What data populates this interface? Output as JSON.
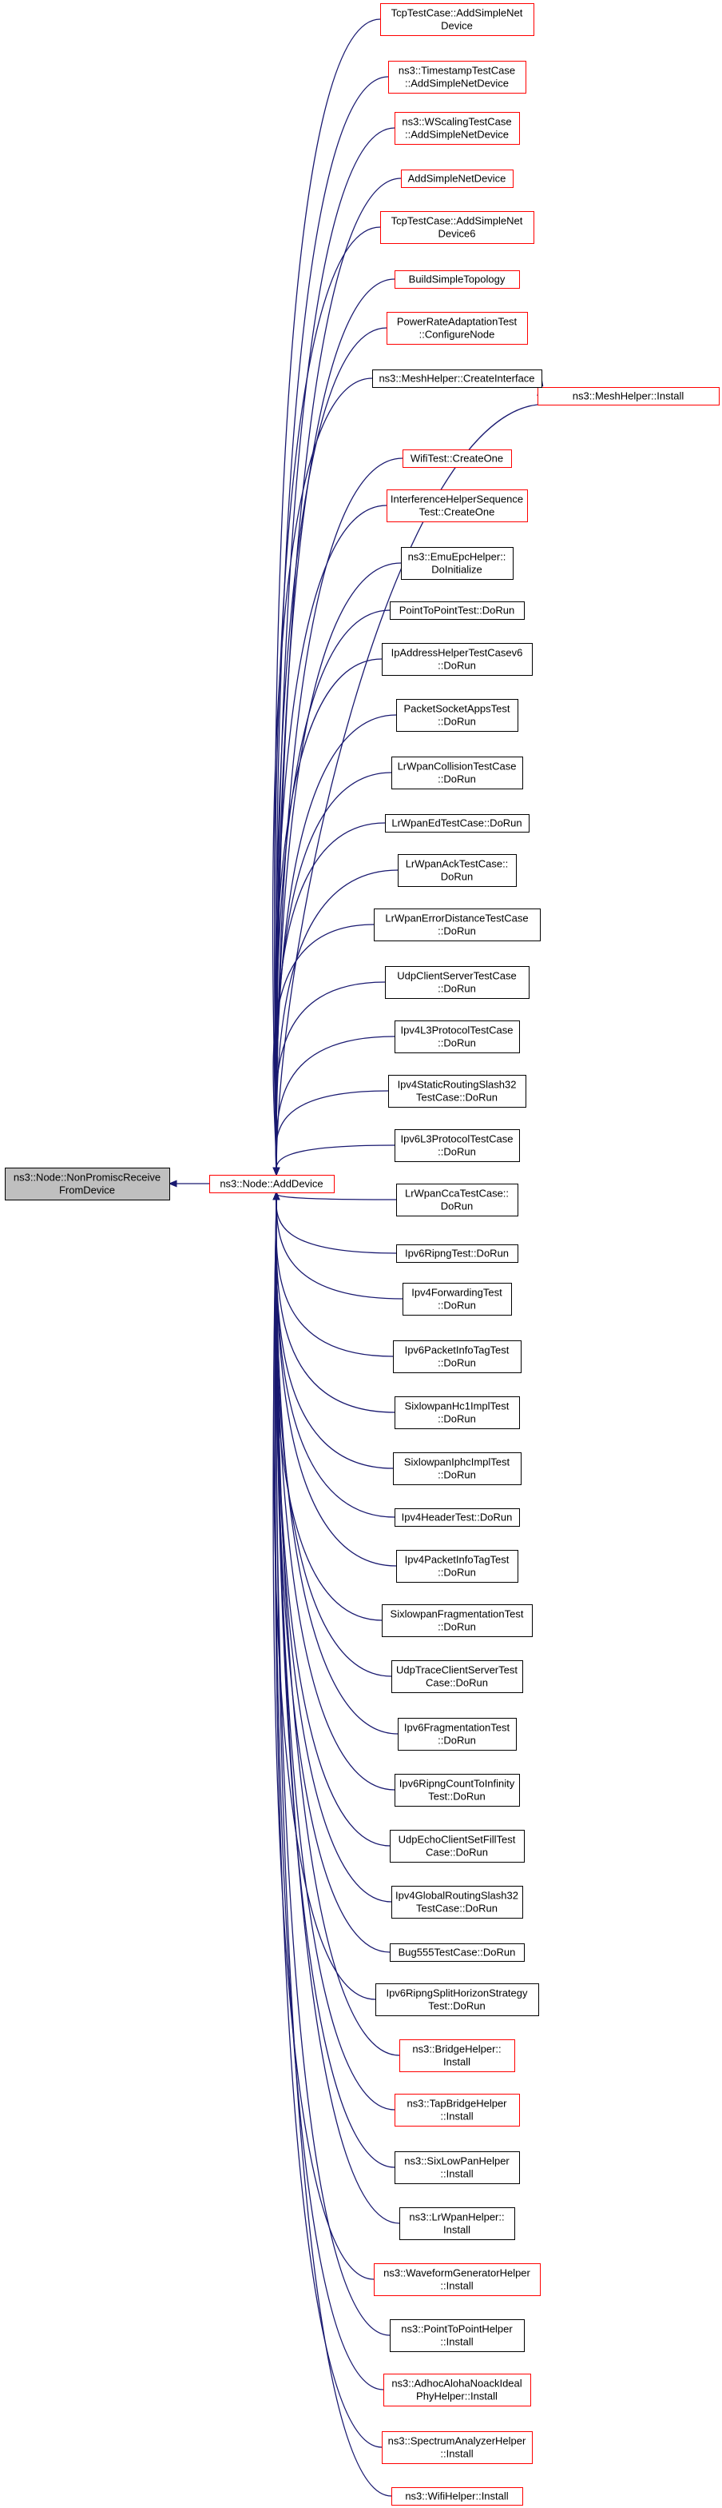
{
  "colors": {
    "edge": "#191970",
    "node_border": "#000000",
    "node_border_red": "#ff0000",
    "node_fill": "#ffffff",
    "focus_fill": "#bfbfbf"
  },
  "graph": {
    "root": {
      "id": "nonpromisc",
      "lines": [
        "ns3::Node::NonPromiscReceive",
        "FromDevice"
      ]
    },
    "mid": {
      "id": "adddevice",
      "lines": [
        "ns3::Node::AddDevice"
      ]
    },
    "meshInstall": {
      "id": "meshinstall",
      "lines": [
        "ns3::MeshHelper::Install"
      ]
    },
    "callers": [
      {
        "id": "c0",
        "lines": [
          "TcpTestCase::AddSimpleNet",
          "Device"
        ],
        "red": true
      },
      {
        "id": "c1",
        "lines": [
          "ns3::TimestampTestCase",
          "::AddSimpleNetDevice"
        ],
        "red": true
      },
      {
        "id": "c2",
        "lines": [
          "ns3::WScalingTestCase",
          "::AddSimpleNetDevice"
        ],
        "red": true
      },
      {
        "id": "c3",
        "lines": [
          "AddSimpleNetDevice"
        ],
        "red": true
      },
      {
        "id": "c4",
        "lines": [
          "TcpTestCase::AddSimpleNet",
          "Device6"
        ],
        "red": true
      },
      {
        "id": "c5",
        "lines": [
          "BuildSimpleTopology"
        ],
        "red": true
      },
      {
        "id": "c6",
        "lines": [
          "PowerRateAdaptationTest",
          "::ConfigureNode"
        ],
        "red": true
      },
      {
        "id": "c7",
        "lines": [
          "ns3::MeshHelper::CreateInterface"
        ],
        "red": false
      },
      {
        "id": "c8",
        "lines": [
          "WifiTest::CreateOne"
        ],
        "red": true
      },
      {
        "id": "c9",
        "lines": [
          "InterferenceHelperSequence",
          "Test::CreateOne"
        ],
        "red": true
      },
      {
        "id": "c10",
        "lines": [
          "ns3::EmuEpcHelper::",
          "DoInitialize"
        ],
        "red": false
      },
      {
        "id": "c11",
        "lines": [
          "PointToPointTest::DoRun"
        ],
        "red": false
      },
      {
        "id": "c12",
        "lines": [
          "IpAddressHelperTestCasev6",
          "::DoRun"
        ],
        "red": false
      },
      {
        "id": "c13",
        "lines": [
          "PacketSocketAppsTest",
          "::DoRun"
        ],
        "red": false
      },
      {
        "id": "c14",
        "lines": [
          "LrWpanCollisionTestCase",
          "::DoRun"
        ],
        "red": false
      },
      {
        "id": "c15",
        "lines": [
          "LrWpanEdTestCase::DoRun"
        ],
        "red": false
      },
      {
        "id": "c16",
        "lines": [
          "LrWpanAckTestCase::",
          "DoRun"
        ],
        "red": false
      },
      {
        "id": "c17",
        "lines": [
          "LrWpanErrorDistanceTestCase",
          "::DoRun"
        ],
        "red": false
      },
      {
        "id": "c18",
        "lines": [
          "UdpClientServerTestCase",
          "::DoRun"
        ],
        "red": false
      },
      {
        "id": "c19",
        "lines": [
          "Ipv4L3ProtocolTestCase",
          "::DoRun"
        ],
        "red": false
      },
      {
        "id": "c20",
        "lines": [
          "Ipv4StaticRoutingSlash32",
          "TestCase::DoRun"
        ],
        "red": false
      },
      {
        "id": "c21",
        "lines": [
          "Ipv6L3ProtocolTestCase",
          "::DoRun"
        ],
        "red": false
      },
      {
        "id": "c22",
        "lines": [
          "LrWpanCcaTestCase::",
          "DoRun"
        ],
        "red": false
      },
      {
        "id": "c23",
        "lines": [
          "Ipv6RipngTest::DoRun"
        ],
        "red": false
      },
      {
        "id": "c24",
        "lines": [
          "Ipv4ForwardingTest",
          "::DoRun"
        ],
        "red": false
      },
      {
        "id": "c25",
        "lines": [
          "Ipv6PacketInfoTagTest",
          "::DoRun"
        ],
        "red": false
      },
      {
        "id": "c26",
        "lines": [
          "SixlowpanHc1ImplTest",
          "::DoRun"
        ],
        "red": false
      },
      {
        "id": "c27",
        "lines": [
          "SixlowpanIphcImplTest",
          "::DoRun"
        ],
        "red": false
      },
      {
        "id": "c28",
        "lines": [
          "Ipv4HeaderTest::DoRun"
        ],
        "red": false
      },
      {
        "id": "c29",
        "lines": [
          "Ipv4PacketInfoTagTest",
          "::DoRun"
        ],
        "red": false
      },
      {
        "id": "c30",
        "lines": [
          "SixlowpanFragmentationTest",
          "::DoRun"
        ],
        "red": false
      },
      {
        "id": "c31",
        "lines": [
          "UdpTraceClientServerTest",
          "Case::DoRun"
        ],
        "red": false
      },
      {
        "id": "c32",
        "lines": [
          "Ipv6FragmentationTest",
          "::DoRun"
        ],
        "red": false
      },
      {
        "id": "c33",
        "lines": [
          "Ipv6RipngCountToInfinity",
          "Test::DoRun"
        ],
        "red": false
      },
      {
        "id": "c34",
        "lines": [
          "UdpEchoClientSetFillTest",
          "Case::DoRun"
        ],
        "red": false
      },
      {
        "id": "c35",
        "lines": [
          "Ipv4GlobalRoutingSlash32",
          "TestCase::DoRun"
        ],
        "red": false
      },
      {
        "id": "c36",
        "lines": [
          "Bug555TestCase::DoRun"
        ],
        "red": false
      },
      {
        "id": "c37",
        "lines": [
          "Ipv6RipngSplitHorizonStrategy",
          "Test::DoRun"
        ],
        "red": false
      },
      {
        "id": "c38",
        "lines": [
          "ns3::BridgeHelper::",
          "Install"
        ],
        "red": true
      },
      {
        "id": "c39",
        "lines": [
          "ns3::TapBridgeHelper",
          "::Install"
        ],
        "red": true
      },
      {
        "id": "c40",
        "lines": [
          "ns3::SixLowPanHelper",
          "::Install"
        ],
        "red": false
      },
      {
        "id": "c41",
        "lines": [
          "ns3::LrWpanHelper::",
          "Install"
        ],
        "red": false
      },
      {
        "id": "c42",
        "lines": [
          "ns3::WaveformGeneratorHelper",
          "::Install"
        ],
        "red": true
      },
      {
        "id": "c43",
        "lines": [
          "ns3::PointToPointHelper",
          "::Install"
        ],
        "red": false
      },
      {
        "id": "c44",
        "lines": [
          "ns3::AdhocAlohaNoackIdeal",
          "PhyHelper::Install"
        ],
        "red": true
      },
      {
        "id": "c45",
        "lines": [
          "ns3::SpectrumAnalyzerHelper",
          "::Install"
        ],
        "red": true
      },
      {
        "id": "c46",
        "lines": [
          "ns3::WifiHelper::Install"
        ],
        "red": true
      }
    ]
  }
}
